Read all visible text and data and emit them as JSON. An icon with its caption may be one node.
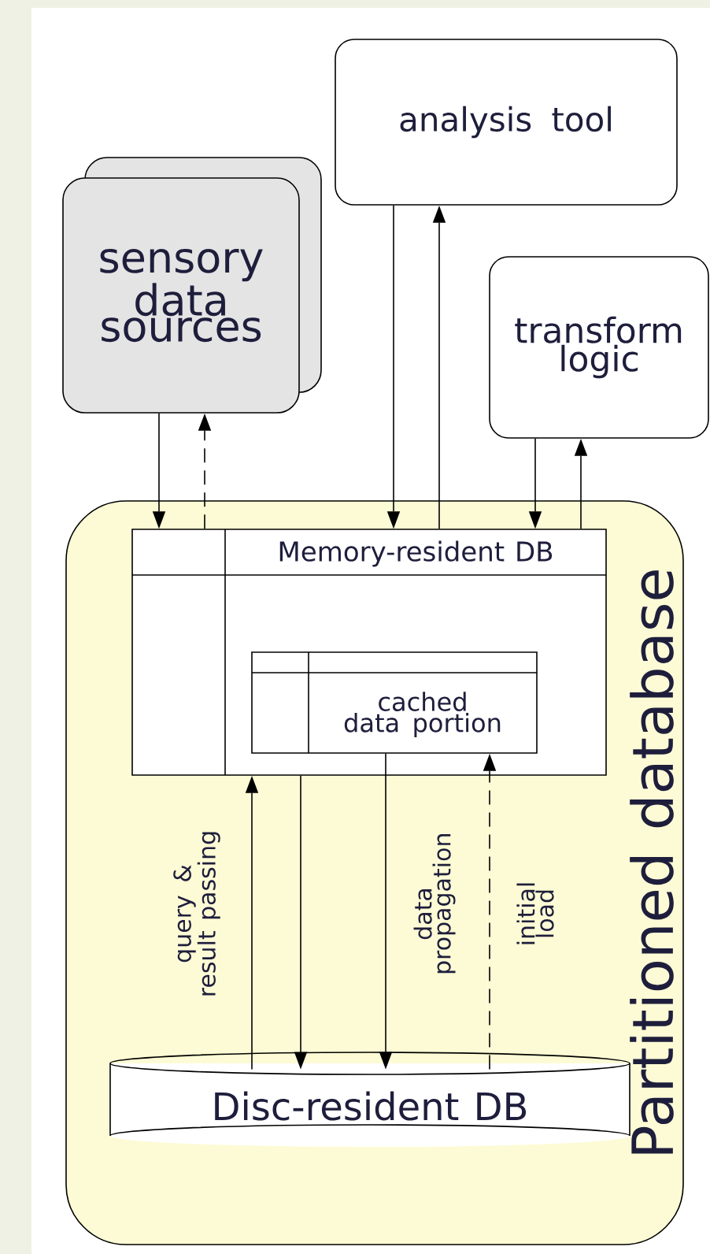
{
  "diagram": {
    "nodes": [
      {
        "text": [
          "Partitioned database"
        ]
      },
      {
        "text": [
          "sensory data sources"
        ]
      },
      {
        "text": [
          "analysis tool"
        ]
      },
      {
        "text": [
          "transform logic"
        ]
      },
      {
        "text": [
          "Memory-resident DB"
        ],
        "in": 0
      },
      {
        "text": [
          "cached data portion"
        ],
        "in": 4
      },
      {
        "text": [
          "Disc-resident DB"
        ],
        "in": 0
      }
    ],
    "edges": [
      {
        "from": 1,
        "to": 4,
        "arrow": "to"
      },
      {
        "from": 4,
        "to": 1,
        "arrow": "to",
        "style": "dashed"
      },
      {
        "from": 2,
        "to": 4,
        "arrow": "to"
      },
      {
        "from": 4,
        "to": 2,
        "arrow": "to"
      },
      {
        "from": 3,
        "to": 4,
        "arrow": "to"
      },
      {
        "from": 4,
        "to": 3,
        "arrow": "to"
      },
      {
        "from": 6,
        "to": 4,
        "arrow": "to",
        "label": "query & result passing"
      },
      {
        "from": 4,
        "to": 6,
        "arrow": "to"
      },
      {
        "from": 5,
        "to": 6,
        "arrow": "to",
        "label": "data propagation"
      },
      {
        "from": 6,
        "to": 5,
        "arrow": "to",
        "style": "dashed",
        "label": "initial load"
      }
    ]
  }
}
